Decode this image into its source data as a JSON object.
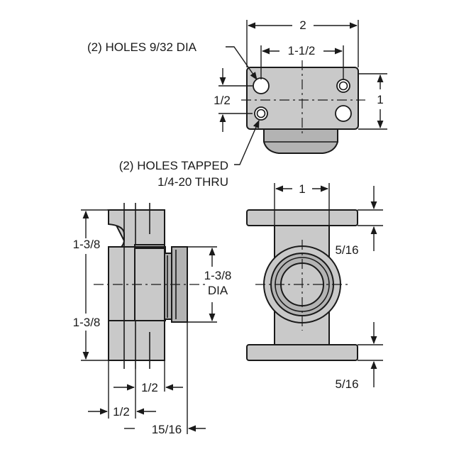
{
  "drawing": {
    "top_view": {
      "overall_width": "2",
      "hole_spacing": "1-1/2",
      "height": "1",
      "hole_offset": "1/2",
      "note_holes_dia": "(2) HOLES 9/32 DIA",
      "note_tapped_line1": "(2) HOLES TAPPED",
      "note_tapped_line2": "1/4-20 THRU"
    },
    "side_view": {
      "upper_height": "1-3/8",
      "lower_height": "1-3/8",
      "diameter_line1": "1-3/8",
      "diameter_line2": "DIA",
      "dim_a": "1/2",
      "dim_b": "1/2",
      "dim_c": "15/16"
    },
    "front_view": {
      "boss_width": "1",
      "flange_top": "5/16",
      "flange_bottom": "5/16"
    }
  }
}
